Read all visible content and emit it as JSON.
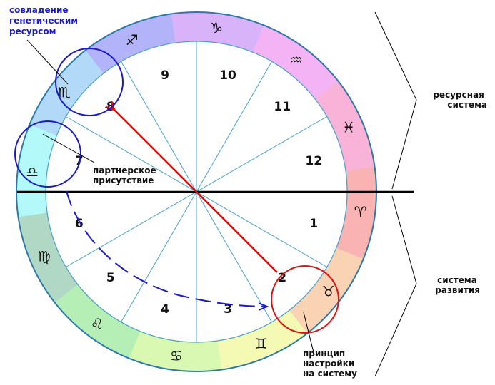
{
  "annotations": {
    "resource_match": [
      "совладение",
      "генетическим",
      "ресурсом"
    ],
    "partner_presence": [
      "партнерское",
      "присутствие"
    ],
    "resource_system": [
      "ресурсная",
      "система"
    ],
    "development_system": [
      "система",
      "развития"
    ],
    "tuning_principle": [
      "принцип",
      "настройки",
      "на  систему"
    ]
  },
  "houses": [
    "1",
    "2",
    "3",
    "4",
    "5",
    "6",
    "7",
    "8",
    "9",
    "10",
    "11",
    "12"
  ],
  "signs": [
    {
      "glyph": "♈",
      "icon": "aries-icon",
      "color": "#f9b3b3"
    },
    {
      "glyph": "♉",
      "icon": "taurus-icon",
      "color": "#f9d3b3"
    },
    {
      "glyph": "♊",
      "icon": "gemini-icon",
      "color": "#f4f9b3"
    },
    {
      "glyph": "♋",
      "icon": "cancer-icon",
      "color": "#d9f9b3"
    },
    {
      "glyph": "♌",
      "icon": "leo-icon",
      "color": "#b6efb6"
    },
    {
      "glyph": "♍",
      "icon": "virgo-icon",
      "color": "#b0d8c4"
    },
    {
      "glyph": "♎",
      "icon": "libra-icon",
      "color": "#b3f9f9"
    },
    {
      "glyph": "♏",
      "icon": "scorpio-icon",
      "color": "#b3d9f9"
    },
    {
      "glyph": "♐",
      "icon": "sagittarius-icon",
      "color": "#b3b3f9"
    },
    {
      "glyph": "♑",
      "icon": "capricorn-icon",
      "color": "#d9b3f9"
    },
    {
      "glyph": "♒",
      "icon": "aquarius-icon",
      "color": "#f4b3f4"
    },
    {
      "glyph": "♓",
      "icon": "pisces-icon",
      "color": "#f9b3d9"
    }
  ],
  "colors": {
    "highlight_circle_blue": "#1a1acc",
    "highlight_circle_red": "#dd1111",
    "arrow_red": "#ee0000",
    "dashed_blue": "#1a1acc",
    "house_lines": "#4a9fc8",
    "axis": "#000000"
  }
}
